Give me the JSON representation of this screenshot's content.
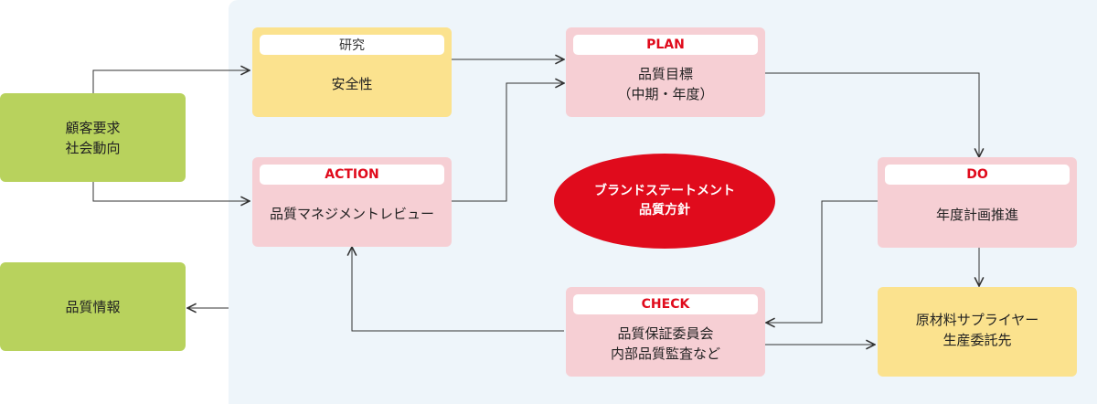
{
  "customer": {
    "lines": [
      "顧客要求",
      "社会動向"
    ]
  },
  "info": {
    "lines": [
      "品質情報"
    ]
  },
  "research": {
    "tag": "研究",
    "lines": [
      "安全性"
    ]
  },
  "plan": {
    "tag": "PLAN",
    "lines": [
      "品質目標",
      "（中期・年度）"
    ]
  },
  "action": {
    "tag": "ACTION",
    "lines": [
      "品質マネジメントレビュー"
    ]
  },
  "do_box": {
    "tag": "DO",
    "lines": [
      "年度計画推進"
    ]
  },
  "check": {
    "tag": "CHECK",
    "lines": [
      "品質保証委員会",
      "内部品質監査など"
    ]
  },
  "supplier": {
    "lines": [
      "原材料サプライヤー",
      "生産委託先"
    ]
  },
  "center": {
    "lines": [
      "ブランドステートメント",
      "品質方針"
    ]
  },
  "colors": {
    "accent_red": "#e00b1c",
    "green": "#b8d25d",
    "yellow": "#fbe28e",
    "pink": "#f6cfd4",
    "panel": "#eef5fa"
  }
}
